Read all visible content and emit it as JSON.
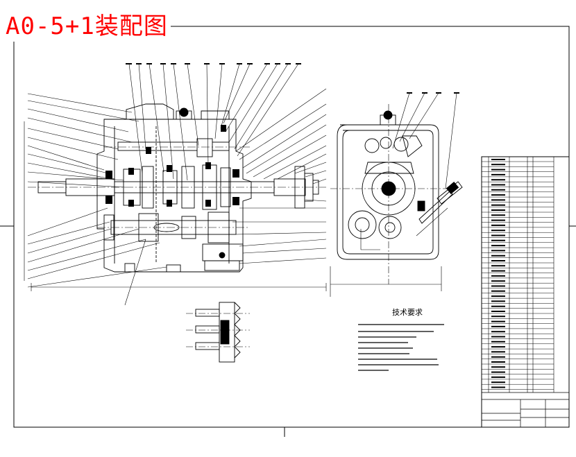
{
  "title": "A0-5+1装配图",
  "tech_requirements_title": "技术要求",
  "sheet_line_color": "#000000",
  "title_color": "#ff0000",
  "views": [
    "sectional-assembly-view",
    "end-view",
    "partial-detail-view"
  ]
}
